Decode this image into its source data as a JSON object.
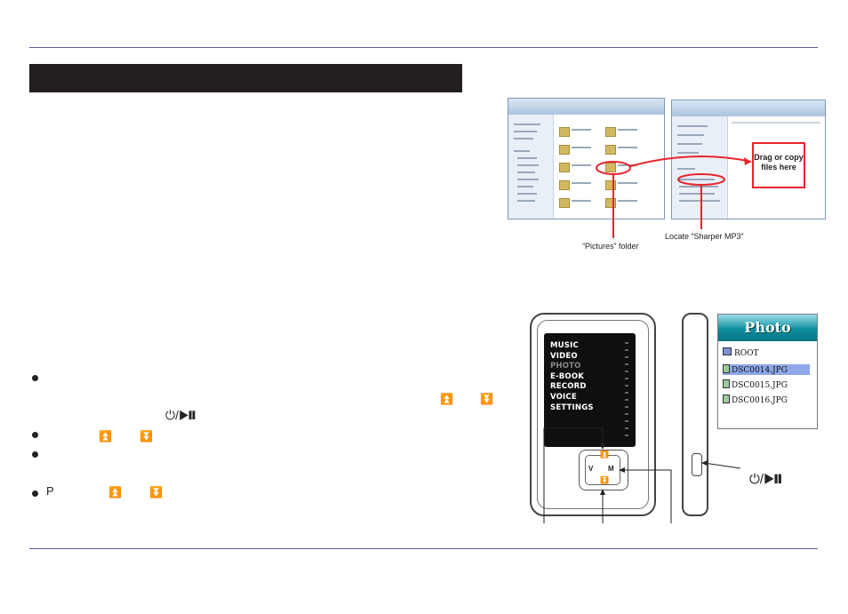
{
  "captions": {
    "pictures_folder": "“Pictures” folder",
    "locate_mp3": "Locate “Sharper  MP3”",
    "drop_target": "Drag or copy files here"
  },
  "photo_menu": {
    "title": "Photo",
    "root": "ROOT",
    "files": [
      "DSC0014.JPG",
      "DSC0015.JPG",
      "DSC0016.JPG"
    ],
    "selected_index": 0
  },
  "player_menu": {
    "items": [
      "MUSIC",
      "VIDEO",
      "PHOTO",
      "E-BOOK",
      "RECORD",
      "VOICE",
      "SETTINGS"
    ],
    "dim_item": "PHOTO"
  },
  "dpad": {
    "left": "V",
    "right": "M"
  },
  "bullets": {
    "p4_initial": "P"
  },
  "symbols": {
    "power_play": "⏻/▶❙❙",
    "prev": "⏫",
    "next": "⏬"
  },
  "colors": {
    "rule": "#5b5b9a",
    "header_bar": "#231f20",
    "callout_red": "#e8242c",
    "photo_header": "#0e8ea0"
  }
}
